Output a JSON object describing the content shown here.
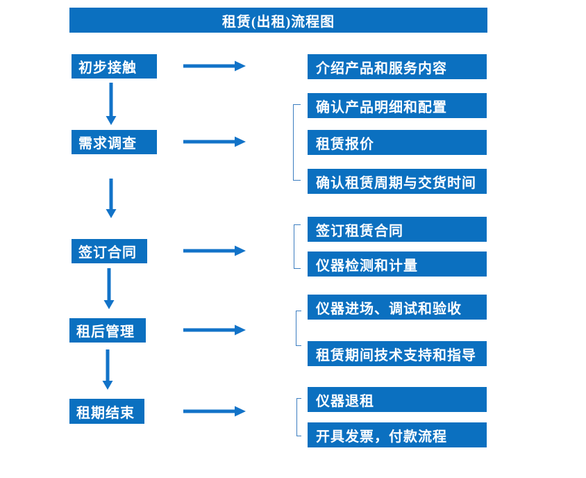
{
  "title": "租赁(出租)流程图",
  "colors": {
    "box_blue": "#0b70c0",
    "arrow_blue": "#1273c8",
    "bracket_blue": "#3b7dc0",
    "text_white": "#ffffff"
  },
  "steps": [
    {
      "label": "初步接触",
      "details": [
        "介绍产品和服务内容"
      ]
    },
    {
      "label": "需求调查",
      "details": [
        "确认产品明细和配置",
        "租赁报价",
        "确认租赁周期与交货时间"
      ]
    },
    {
      "label": "签订合同",
      "details": [
        "签订租赁合同",
        "仪器检测和计量"
      ]
    },
    {
      "label": "租后管理",
      "details": [
        "仪器进场、调试和验收",
        "租赁期间技术支持和指导"
      ]
    },
    {
      "label": "租期结束",
      "details": [
        "仪器退租",
        "开具发票，付款流程"
      ]
    }
  ]
}
